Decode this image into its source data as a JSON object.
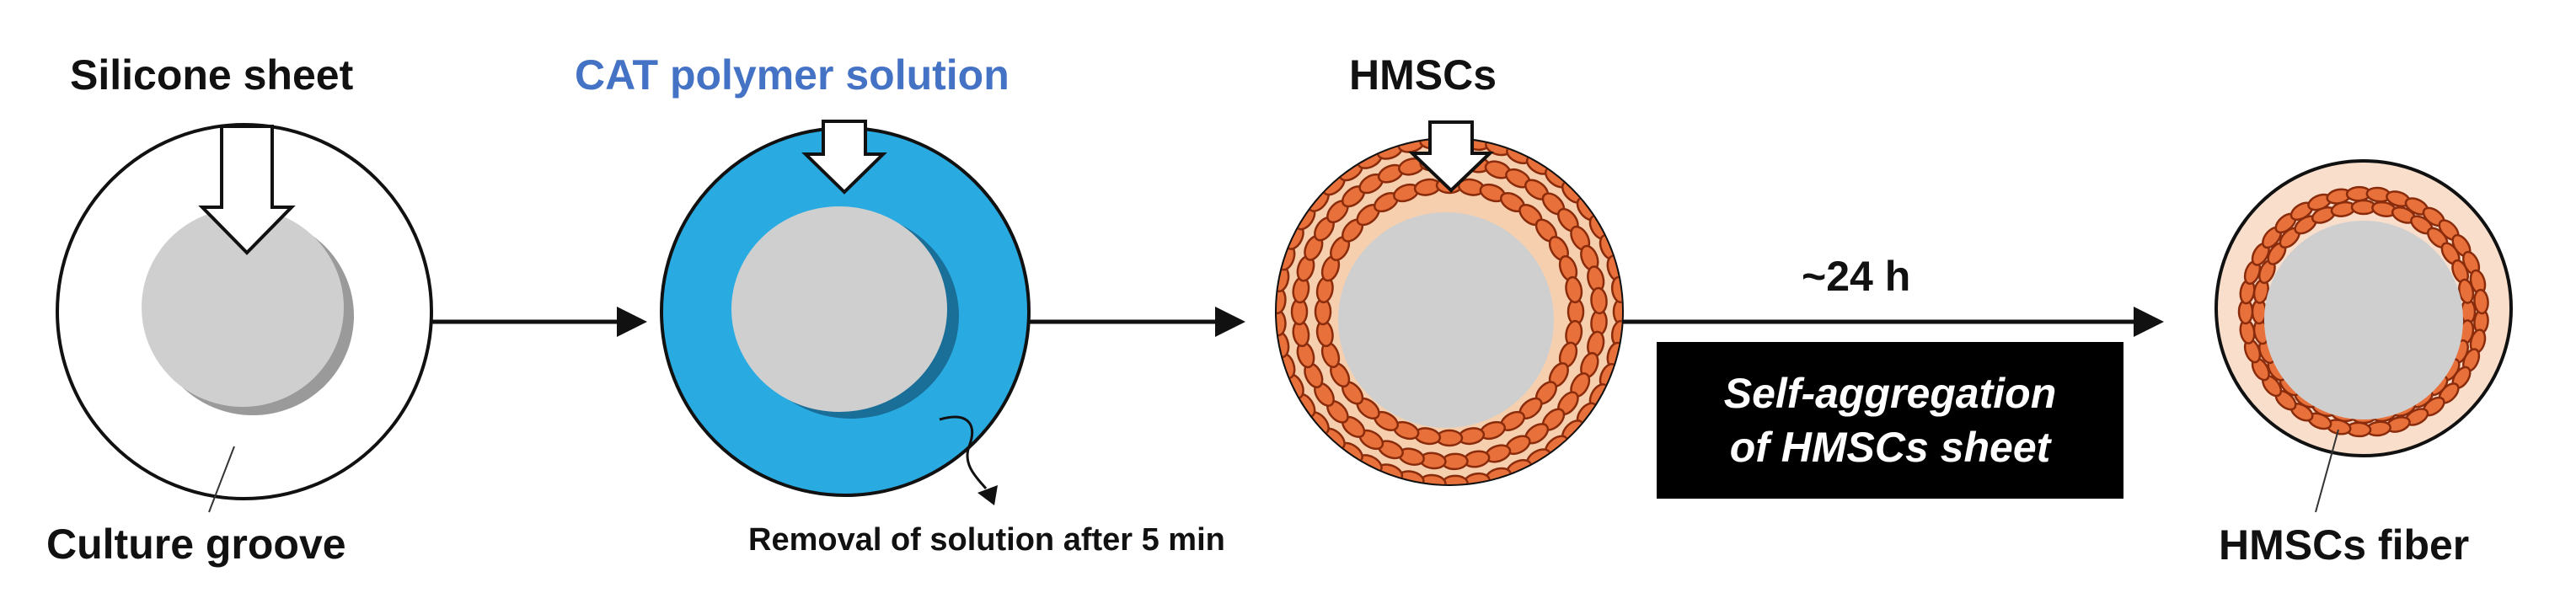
{
  "labels": {
    "silicone_sheet": "Silicone sheet",
    "culture_groove": "Culture groove",
    "cat_polymer_solution": "CAT polymer solution",
    "removal_note": "Removal of solution after 5 min",
    "hmscs": "HMSCs",
    "time": "~24 h",
    "self_aggregation_line1": "Self-aggregation",
    "self_aggregation_line2": "of HMSCs sheet",
    "hmscs_fiber": "HMSCs fiber"
  },
  "colors": {
    "polymer_blue": "#29abe2",
    "polymer_label_blue": "#4472c4",
    "sheet_gray": "#d0cfd0",
    "sheet_shadow": "#9a9a9a",
    "cell_orange": "#e8703a",
    "cell_outline": "#8a2c0c",
    "cell_background": "#f6cfae",
    "fiber_background": "#f9dfcb",
    "ink": "#111111"
  },
  "icons": [
    "down-arrow-icon",
    "right-arrow-icon",
    "curved-arrow-icon"
  ]
}
